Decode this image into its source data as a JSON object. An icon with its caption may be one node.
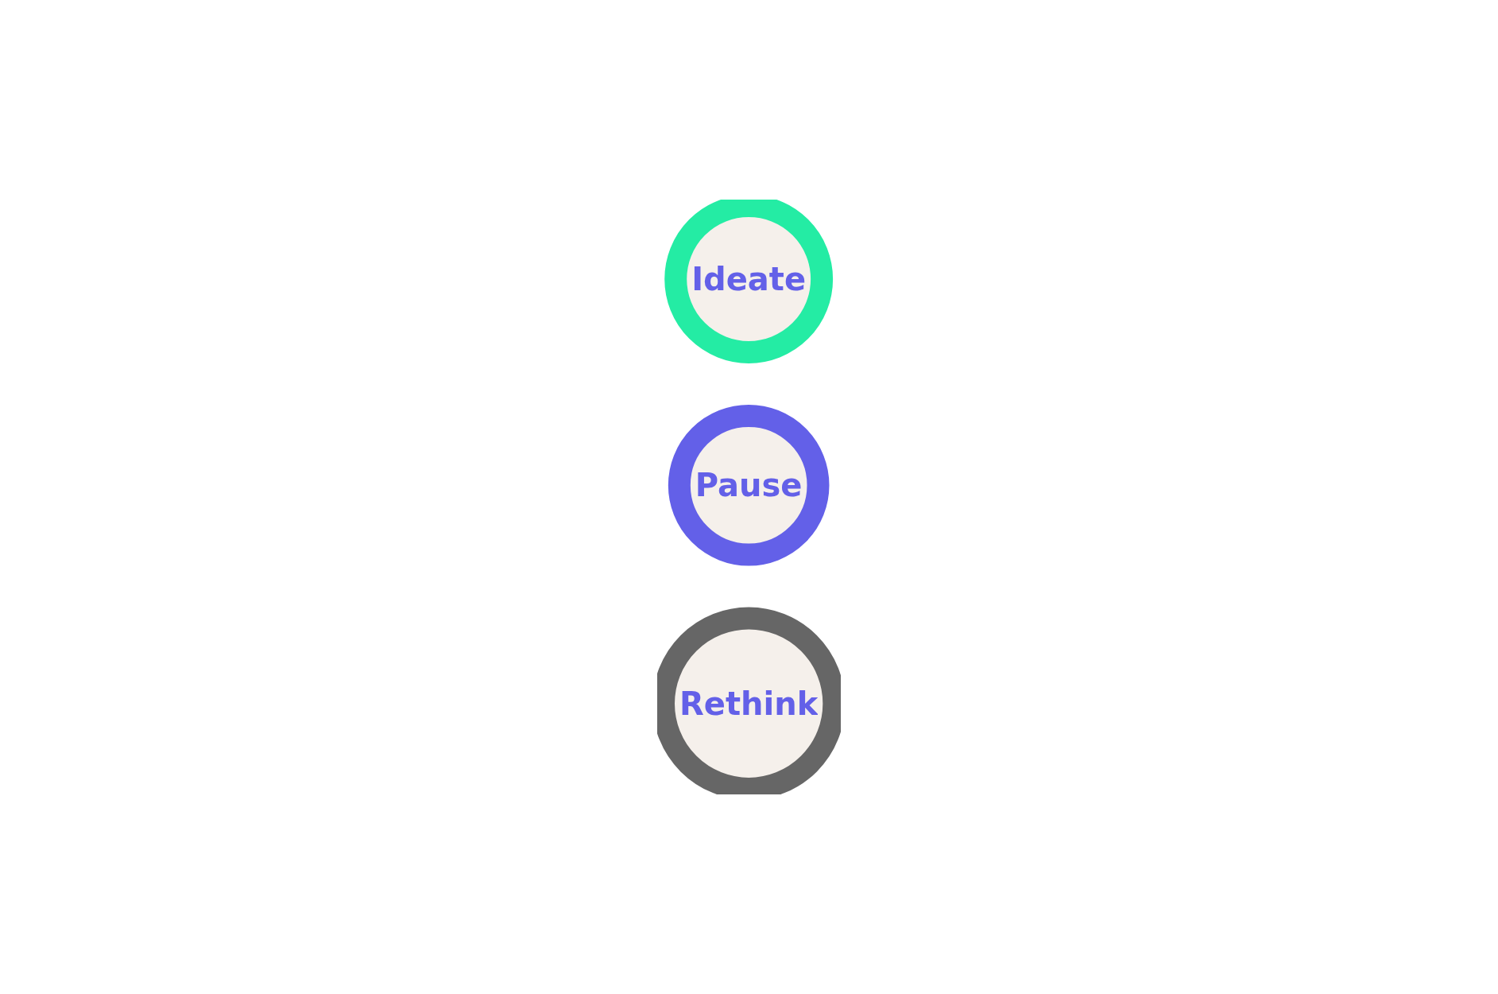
{
  "diagram": {
    "nodes": [
      {
        "text": [
          "Ideate"
        ]
      },
      {
        "text": [
          "Pause"
        ]
      },
      {
        "text": [
          "Rethink"
        ]
      }
    ]
  }
}
